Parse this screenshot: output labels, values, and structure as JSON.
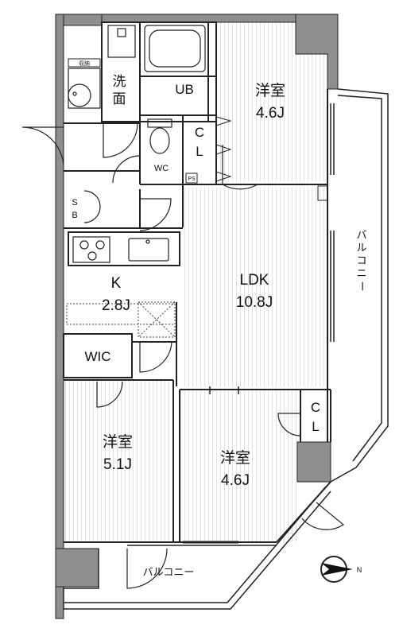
{
  "rooms": {
    "western_ne": {
      "name": "洋室",
      "size": "4.6J"
    },
    "ldk": {
      "name": "LDK",
      "size": "10.8J"
    },
    "kitchen": {
      "name": "K",
      "size": "2.8J"
    },
    "wic": {
      "name": "WIC"
    },
    "western_sw": {
      "name": "洋室",
      "size": "5.1J"
    },
    "western_se": {
      "name": "洋室",
      "size": "4.6J"
    },
    "wash": {
      "line1": "洗",
      "line2": "面"
    },
    "ub": {
      "name": "UB"
    },
    "wc": {
      "name": "WC"
    },
    "storage_label": {
      "name": "収納"
    },
    "closet_top": {
      "line1": "C",
      "line2": "L"
    },
    "closet_mid": {
      "line1": "C",
      "line2": "L"
    },
    "shoe_box": {
      "line1": "S",
      "line2": "B"
    },
    "ps": {
      "name": "PS"
    }
  },
  "balcony_right": {
    "chars": [
      "バ",
      "ル",
      "コ",
      "ニ",
      "ー"
    ]
  },
  "balcony_bottom": {
    "label": "バルコニー"
  },
  "compass": {
    "letter": "N"
  },
  "colors": {
    "wall": "#8f8f8f",
    "line": "#222222",
    "floor_hatch": "#dcdcdc"
  }
}
